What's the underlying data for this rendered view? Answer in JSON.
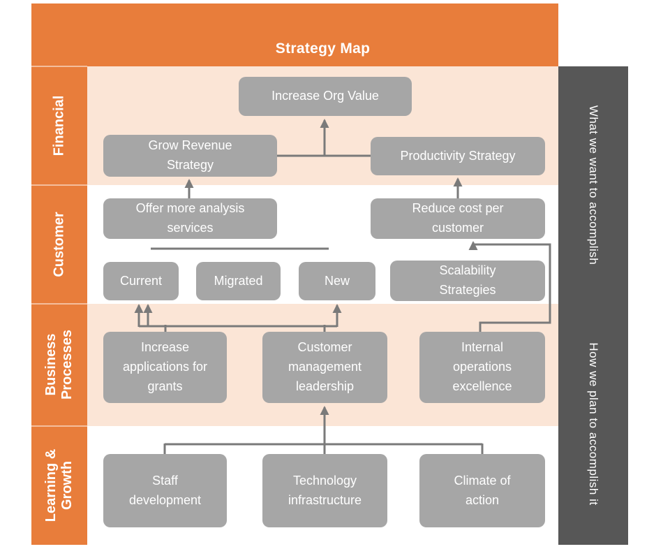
{
  "title": "Strategy Map",
  "row_labels": {
    "financial": "Financial",
    "customer": "Customer",
    "business_processes": "Business Processes",
    "learning_growth": "Learning & Growth"
  },
  "side_labels": {
    "what": "What we want to accomplish",
    "how": "How we plan to accomplish it"
  },
  "boxes": {
    "increase_org_value": "Increase Org Value",
    "grow_revenue_strategy": "Grow Revenue Strategy",
    "productivity_strategy": "Productivity Strategy",
    "offer_more_analysis": "Offer more analysis services",
    "reduce_cost_per_customer": "Reduce cost per customer",
    "current": "Current",
    "migrated": "Migrated",
    "new": "New",
    "scalability_strategies": "Scalability Strategies",
    "increase_applications": "Increase applications for grants",
    "customer_management": "Customer management leadership",
    "internal_operations": "Internal operations excellence",
    "staff_development": "Staff development",
    "technology_infrastructure": "Technology infrastructure",
    "climate_of_action": "Climate of action"
  },
  "colors": {
    "orange": "#E87D3B",
    "peach_row": "#FBE5D6",
    "box_gray": "#A6A6A6",
    "side_rail_gray": "#575757",
    "connector_gray": "#7A7A7A"
  }
}
